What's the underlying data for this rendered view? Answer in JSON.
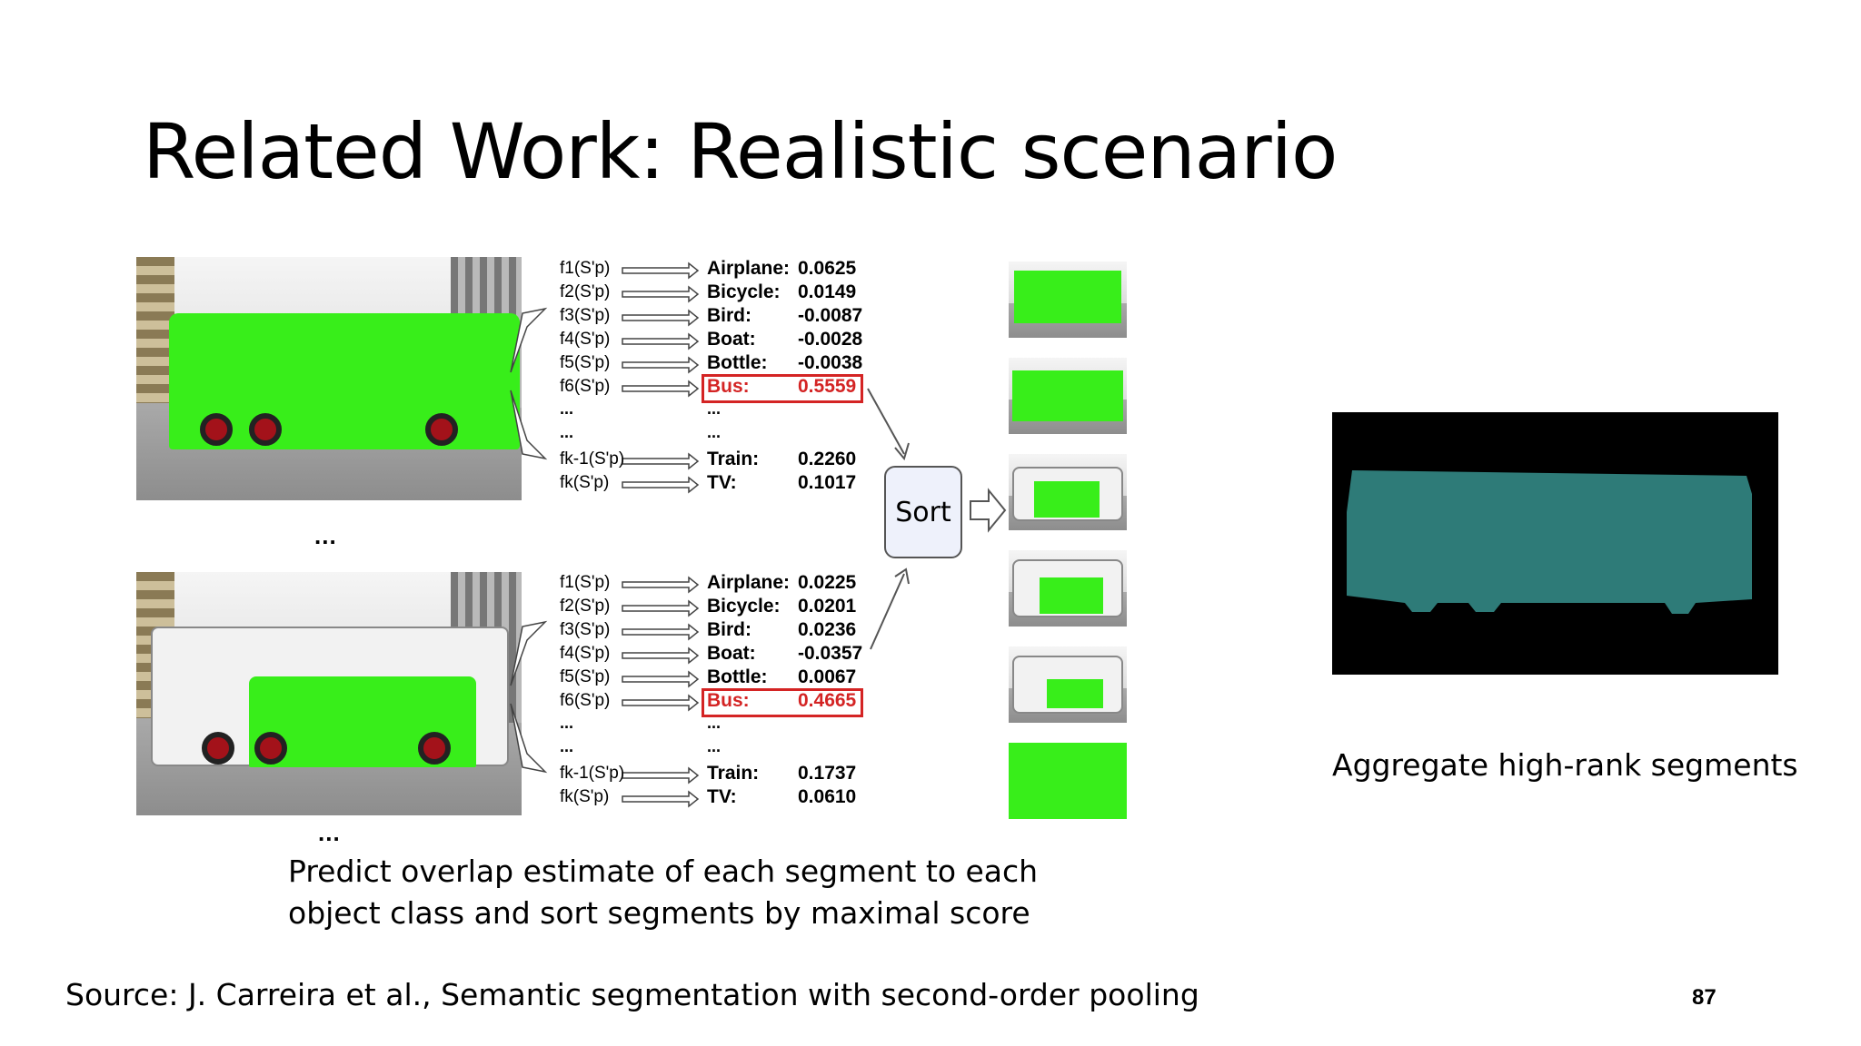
{
  "slide": {
    "title": "Related Work: Realistic scenario",
    "caption_left": [
      "Predict overlap estimate of each segment to each",
      "object class and sort segments by maximal score"
    ],
    "caption_right": "Aggregate high-rank segments",
    "source": "Source: J. Carreira et al., Semantic segmentation with second-order pooling",
    "page_number": "87"
  },
  "figure": {
    "ellipsis": "...",
    "sort_label": "Sort",
    "top_panel": {
      "functions": [
        "f1(S'p)",
        "f2(S'p)",
        "f3(S'p)",
        "f4(S'p)",
        "f5(S'p)",
        "f6(S'p)",
        "fk-1(S'p)",
        "fk(S'p)"
      ],
      "rows": [
        {
          "class": "Airplane:",
          "score": "0.0625"
        },
        {
          "class": "Bicycle:",
          "score": "0.0149"
        },
        {
          "class": "Bird:",
          "score": "-0.0087"
        },
        {
          "class": "Boat:",
          "score": "-0.0028"
        },
        {
          "class": "Bottle:",
          "score": "-0.0038"
        },
        {
          "class": "Bus:",
          "score": "0.5559"
        },
        {
          "class": "Train:",
          "score": "0.2260"
        },
        {
          "class": "TV:",
          "score": "0.1017"
        }
      ]
    },
    "bottom_panel": {
      "functions": [
        "f1(S'p)",
        "f2(S'p)",
        "f3(S'p)",
        "f4(S'p)",
        "f5(S'p)",
        "f6(S'p)",
        "fk-1(S'p)",
        "fk(S'p)"
      ],
      "rows": [
        {
          "class": "Airplane:",
          "score": "0.0225"
        },
        {
          "class": "Bicycle:",
          "score": "0.0201"
        },
        {
          "class": "Bird:",
          "score": "0.0236"
        },
        {
          "class": "Boat:",
          "score": "-0.0357"
        },
        {
          "class": "Bottle:",
          "score": "0.0067"
        },
        {
          "class": "Bus:",
          "score": "0.4665"
        },
        {
          "class": "Train:",
          "score": "0.1737"
        },
        {
          "class": "TV:",
          "score": "0.0610"
        }
      ]
    }
  },
  "colors": {
    "segment_green": "#38ee1a",
    "highlight_red": "#d42424",
    "mask_teal": "#2e7b78",
    "mask_background": "#000000"
  }
}
